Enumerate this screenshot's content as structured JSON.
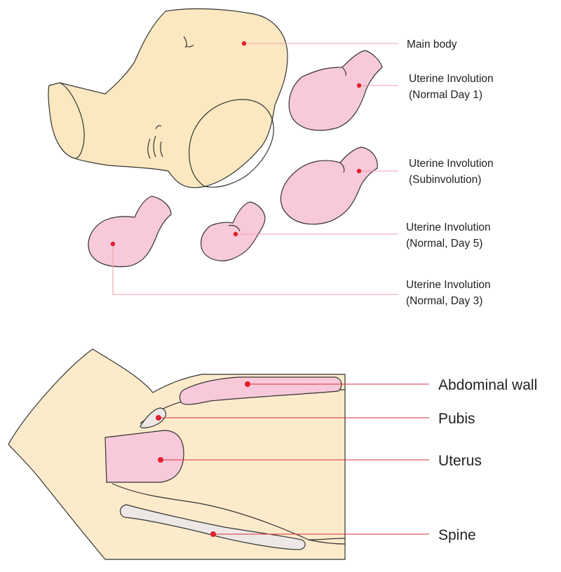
{
  "colors": {
    "body_fill": "#FBE8C0",
    "body_fill_bottom": "#FCEBCB",
    "organ_fill": "#F7C9DA",
    "spine_fill": "#EDE8E6",
    "leader_line_top": "#F2A0A8",
    "leader_line_bottom": "#D82E3C",
    "dot": "#E0202C",
    "outline": "#333333"
  },
  "top_labels": [
    {
      "id": "main-body",
      "lines": [
        "Main body"
      ]
    },
    {
      "id": "normal-day-1",
      "lines": [
        "Uterine Involution",
        "(Normal Day 1)"
      ]
    },
    {
      "id": "subinvolution",
      "lines": [
        "Uterine Involution",
        "(Subinvolution)"
      ]
    },
    {
      "id": "normal-day-5",
      "lines": [
        "Uterine Involution",
        "(Normal, Day 5)"
      ]
    },
    {
      "id": "normal-day-3",
      "lines": [
        "Uterine Involution",
        "(Normal, Day 3)"
      ]
    }
  ],
  "bottom_labels": [
    {
      "id": "abdominal-wall",
      "text": "Abdominal wall"
    },
    {
      "id": "pubis",
      "text": "Pubis"
    },
    {
      "id": "uterus",
      "text": "Uterus"
    },
    {
      "id": "spine",
      "text": "Spine"
    }
  ]
}
